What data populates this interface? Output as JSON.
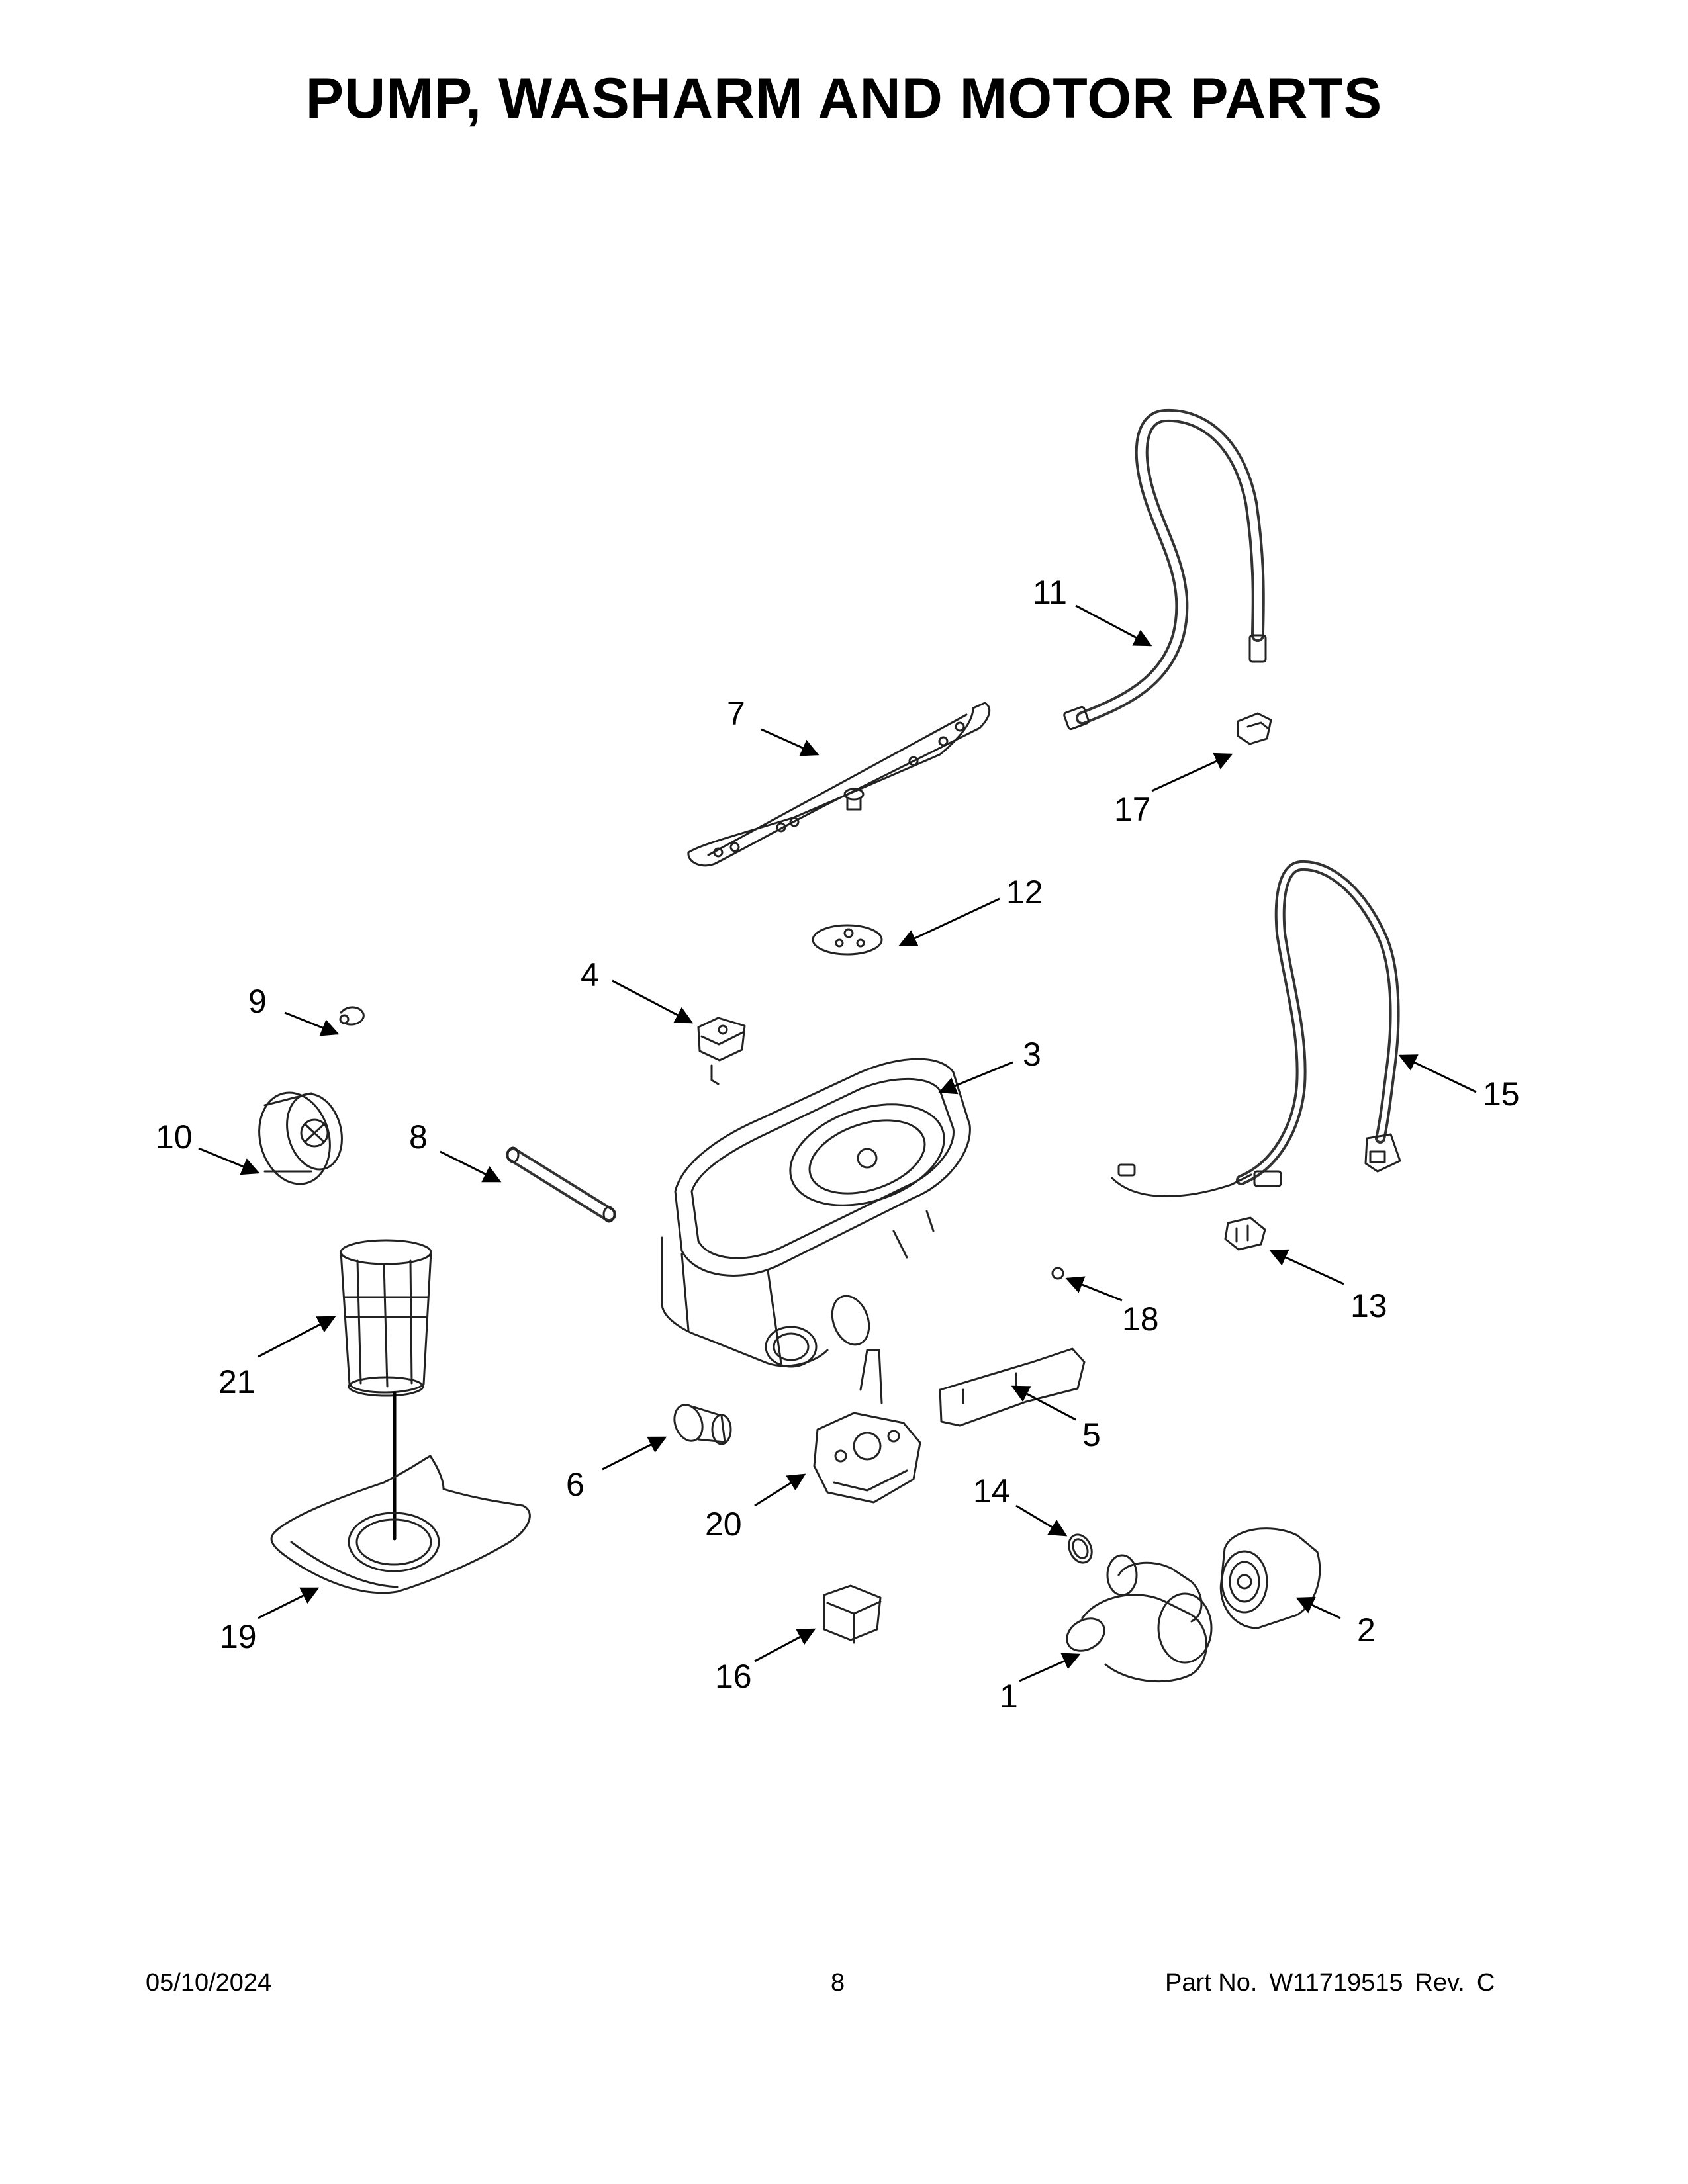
{
  "title": "PUMP, WASHARM AND MOTOR PARTS",
  "callouts": [
    "1",
    "2",
    "3",
    "4",
    "5",
    "6",
    "7",
    "8",
    "9",
    "10",
    "11",
    "12",
    "13",
    "14",
    "15",
    "16",
    "17",
    "18",
    "19",
    "20",
    "21"
  ],
  "footer": {
    "date": "05/10/2024",
    "page": "8",
    "part_label": "Part No.",
    "part_number": "W11719515",
    "rev_label": "Rev.",
    "rev": "C"
  }
}
